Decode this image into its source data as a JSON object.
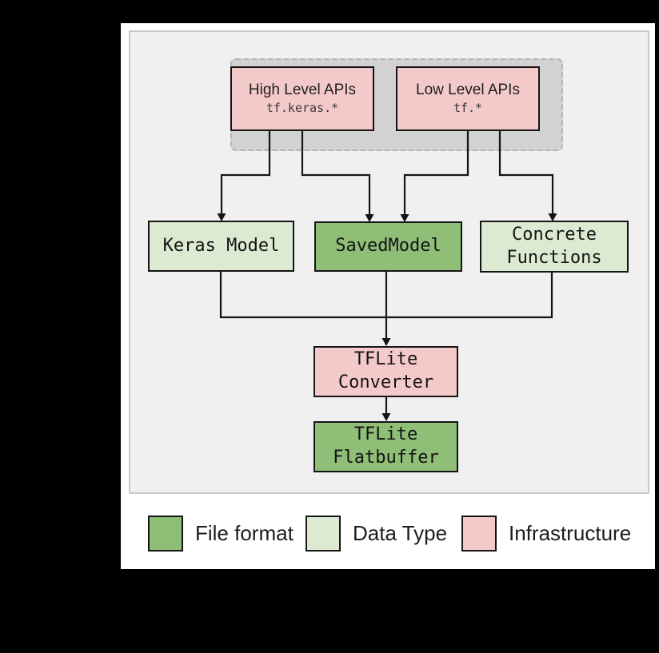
{
  "colors": {
    "file_format": "#8fbe77",
    "data_type": "#dcead2",
    "infrastructure": "#f4c9c9"
  },
  "nodes": {
    "high_level_apis": {
      "title": "High Level APIs",
      "subtitle": "tf.keras.*"
    },
    "low_level_apis": {
      "title": "Low Level APIs",
      "subtitle": "tf.*"
    },
    "keras_model": {
      "title": "Keras Model"
    },
    "savedmodel": {
      "title": "SavedModel"
    },
    "concrete_functions": {
      "line1": "Concrete",
      "line2": "Functions"
    },
    "tflite_converter": {
      "line1": "TFLite",
      "line2": "Converter"
    },
    "tflite_flatbuffer": {
      "line1": "TFLite",
      "line2": "Flatbuffer"
    }
  },
  "legend": {
    "items": [
      {
        "label": "File format",
        "color": "#8fbe77"
      },
      {
        "label": "Data Type",
        "color": "#dcead2"
      },
      {
        "label": "Infrastructure",
        "color": "#f4c9c9"
      }
    ]
  }
}
